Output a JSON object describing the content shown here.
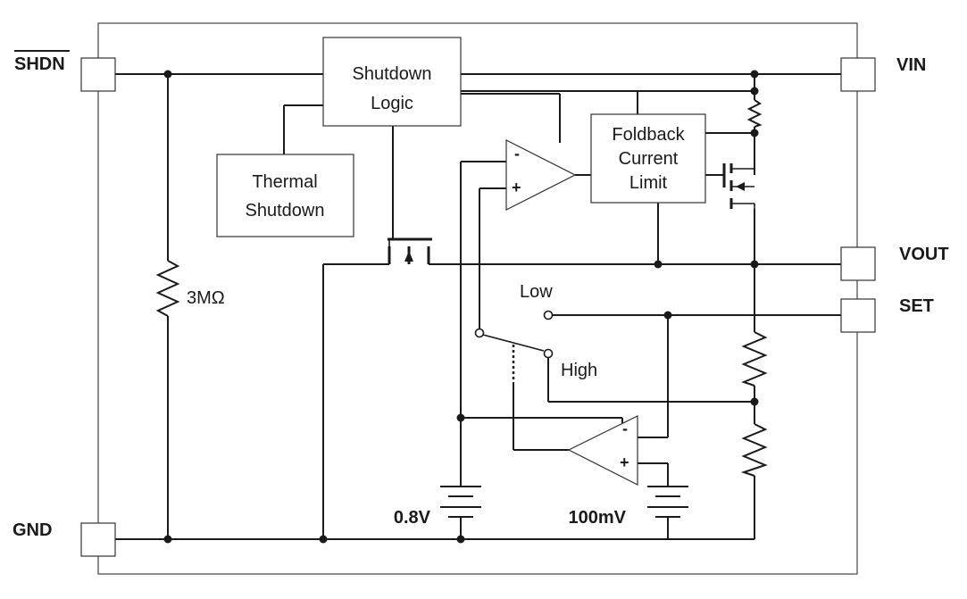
{
  "pins": {
    "shdn": "SHDN",
    "vin": "VIN",
    "vout": "VOUT",
    "set": "SET",
    "gnd": "GND"
  },
  "blocks": {
    "shutdown_logic": [
      "Shutdown",
      "Logic"
    ],
    "thermal_shutdown": [
      "Thermal",
      "Shutdown"
    ],
    "foldback": [
      "Foldback",
      "Current",
      "Limit"
    ]
  },
  "components": {
    "pulldown_resistor": "3MΩ",
    "ref_08": "0.8V",
    "ref_100": "100mV"
  },
  "switch": {
    "low": "Low",
    "high": "High"
  },
  "opamp_signs": {
    "minus": "-",
    "plus": "+"
  }
}
